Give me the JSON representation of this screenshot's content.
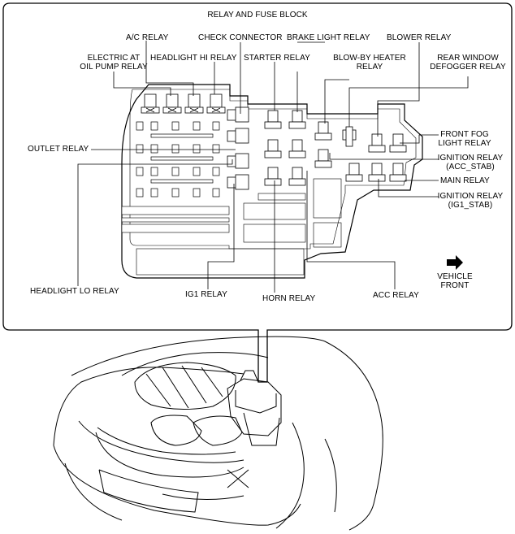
{
  "title": "RELAY AND FUSE BLOCK",
  "labels": {
    "ac_relay": "A/C RELAY",
    "check_connector": "CHECK CONNECTOR",
    "brake_light_relay": "BRAKE LIGHT RELAY",
    "blower_relay": "BLOWER RELAY",
    "electric_at_line1": "ELECTRIC AT",
    "electric_at_line2": "OIL PUMP RELAY",
    "headlight_hi_relay": "HEADLIGHT HI RELAY",
    "starter_relay": "STARTER RELAY",
    "blow_by_line1": "BLOW-BY HEATER",
    "blow_by_line2": "RELAY",
    "rear_window_line1": "REAR WINDOW",
    "rear_window_line2": "DEFOGGER RELAY",
    "front_fog_line1": "FRONT FOG",
    "front_fog_line2": "LIGHT RELAY",
    "outlet_relay": "OUTLET RELAY",
    "ignition_acc_line1": "IGNITION RELAY",
    "ignition_acc_line2": "(ACC_STAB)",
    "main_relay": "MAIN RELAY",
    "ignition_ig1_line1": "IGNITION RELAY",
    "ignition_ig1_line2": "(IG1_STAB)",
    "headlight_lo_relay": "HEADLIGHT LO RELAY",
    "ig1_relay": "IG1 RELAY",
    "horn_relay": "HORN RELAY",
    "acc_relay": "ACC RELAY",
    "vehicle_front_line1": "VEHICLE",
    "vehicle_front_line2": "FRONT"
  }
}
